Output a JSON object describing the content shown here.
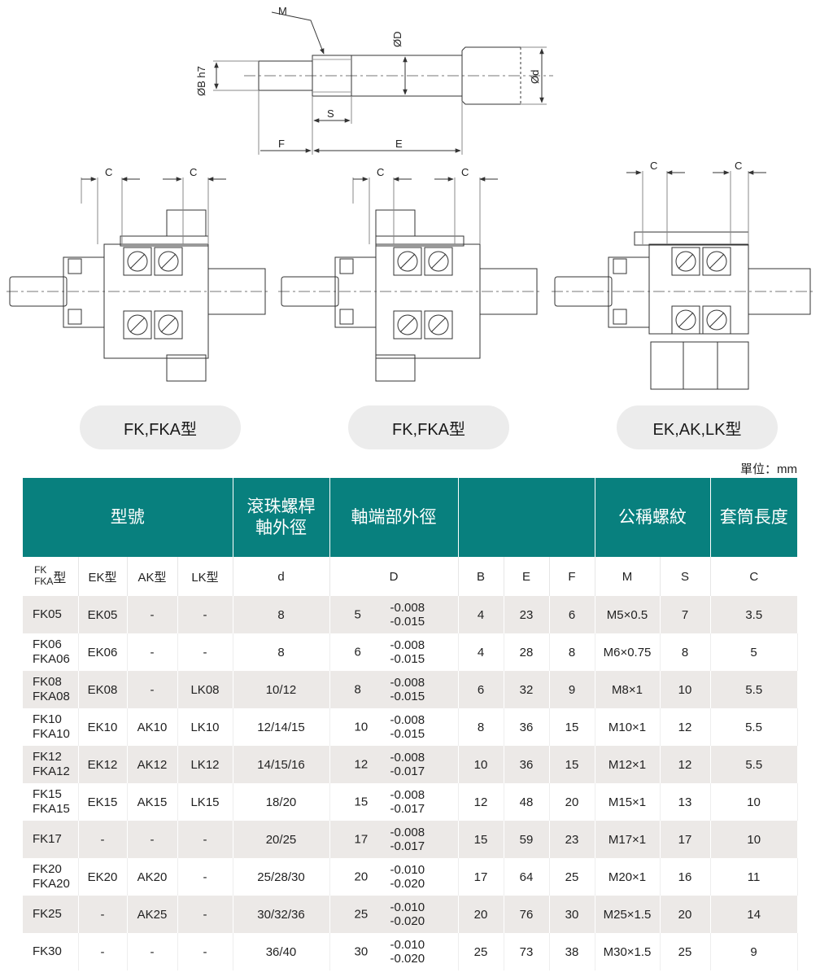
{
  "diagram_labels": {
    "M": "M",
    "D": "ØD",
    "B": "ØB h7",
    "d": "Ød",
    "S": "S",
    "F": "F",
    "E": "E",
    "C": "C"
  },
  "mount_types": [
    "FK,FKA型",
    "FK,FKA型",
    "EK,AK,LK型"
  ],
  "unit": "單位：mm",
  "header": {
    "model": "型號",
    "shaft_od": "滾珠螺桿\n軸外徑",
    "end_od": "軸端部外徑",
    "thread": "公稱螺紋",
    "sleeve": "套筒長度"
  },
  "subheader": {
    "fk_line1": "FK",
    "fk_line2": "FKA",
    "fk_suffix": "型",
    "ek": "EK型",
    "ak": "AK型",
    "lk": "LK型",
    "d": "d",
    "D": "D",
    "B": "B",
    "E": "E",
    "F": "F",
    "M": "M",
    "S": "S",
    "C": "C"
  },
  "rows": [
    {
      "fk": "FK05",
      "ek": "EK05",
      "ak": "-",
      "lk": "-",
      "d": "8",
      "D": "5",
      "tol1": "-0.008",
      "tol2": "-0.015",
      "B": "4",
      "E": "23",
      "F": "6",
      "M": "M5×0.5",
      "S": "7",
      "C": "3.5"
    },
    {
      "fk": "FK06\nFKA06",
      "ek": "EK06",
      "ak": "-",
      "lk": "-",
      "d": "8",
      "D": "6",
      "tol1": "-0.008",
      "tol2": "-0.015",
      "B": "4",
      "E": "28",
      "F": "8",
      "M": "M6×0.75",
      "S": "8",
      "C": "5"
    },
    {
      "fk": "FK08\nFKA08",
      "ek": "EK08",
      "ak": "-",
      "lk": "LK08",
      "d": "10/12",
      "D": "8",
      "tol1": "-0.008",
      "tol2": "-0.015",
      "B": "6",
      "E": "32",
      "F": "9",
      "M": "M8×1",
      "S": "10",
      "C": "5.5"
    },
    {
      "fk": "FK10\nFKA10",
      "ek": "EK10",
      "ak": "AK10",
      "lk": "LK10",
      "d": "12/14/15",
      "D": "10",
      "tol1": "-0.008",
      "tol2": "-0.015",
      "B": "8",
      "E": "36",
      "F": "15",
      "M": "M10×1",
      "S": "12",
      "C": "5.5"
    },
    {
      "fk": "FK12\nFKA12",
      "ek": "EK12",
      "ak": "AK12",
      "lk": "LK12",
      "d": "14/15/16",
      "D": "12",
      "tol1": "-0.008",
      "tol2": "-0.017",
      "B": "10",
      "E": "36",
      "F": "15",
      "M": "M12×1",
      "S": "12",
      "C": "5.5"
    },
    {
      "fk": "FK15\nFKA15",
      "ek": "EK15",
      "ak": "AK15",
      "lk": "LK15",
      "d": "18/20",
      "D": "15",
      "tol1": "-0.008",
      "tol2": "-0.017",
      "B": "12",
      "E": "48",
      "F": "20",
      "M": "M15×1",
      "S": "13",
      "C": "10"
    },
    {
      "fk": "FK17",
      "ek": "-",
      "ak": "-",
      "lk": "-",
      "d": "20/25",
      "D": "17",
      "tol1": "-0.008",
      "tol2": "-0.017",
      "B": "15",
      "E": "59",
      "F": "23",
      "M": "M17×1",
      "S": "17",
      "C": "10"
    },
    {
      "fk": "FK20\nFKA20",
      "ek": "EK20",
      "ak": "AK20",
      "lk": "-",
      "d": "25/28/30",
      "D": "20",
      "tol1": "-0.010",
      "tol2": "-0.020",
      "B": "17",
      "E": "64",
      "F": "25",
      "M": "M20×1",
      "S": "16",
      "C": "11"
    },
    {
      "fk": "FK25",
      "ek": "-",
      "ak": "AK25",
      "lk": "-",
      "d": "30/32/36",
      "D": "25",
      "tol1": "-0.010",
      "tol2": "-0.020",
      "B": "20",
      "E": "76",
      "F": "30",
      "M": "M25×1.5",
      "S": "20",
      "C": "14"
    },
    {
      "fk": "FK30",
      "ek": "-",
      "ak": "-",
      "lk": "-",
      "d": "36/40",
      "D": "30",
      "tol1": "-0.010",
      "tol2": "-0.020",
      "B": "25",
      "E": "73",
      "F": "38",
      "M": "M30×1.5",
      "S": "25",
      "C": "9"
    }
  ]
}
